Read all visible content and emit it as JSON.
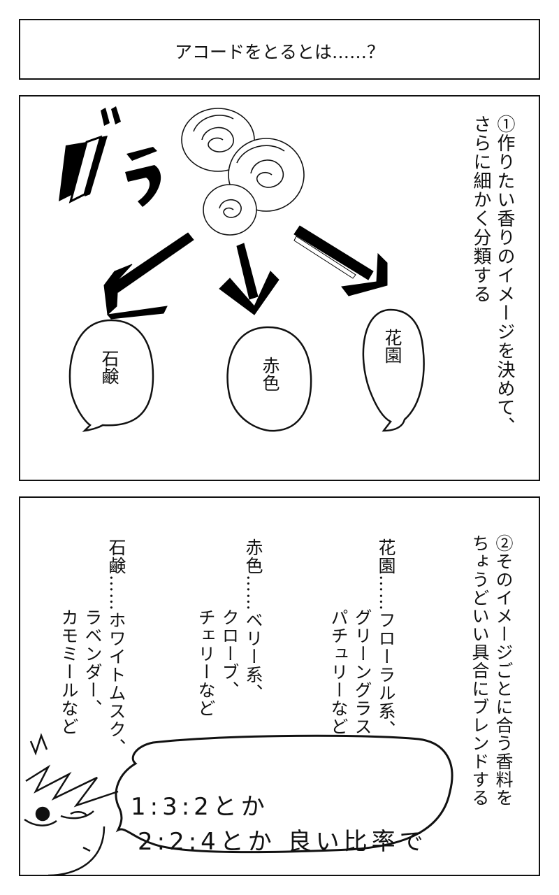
{
  "title": "アコードをとるとは……？",
  "panel1": {
    "sfx": "バラ",
    "caption": [
      "①作りたい香りのイメージを決めて、",
      "さらに細かく分類する"
    ],
    "bubbles": {
      "soap": "石鹸",
      "red": "赤色",
      "garden": "花園"
    },
    "flower_icon": "rose-icon",
    "arrow_icon": "arrow-down-icon"
  },
  "panel2": {
    "caption": [
      "②そのイメージごとに合う香料を",
      "ちょうどいい具合にブレンドする"
    ],
    "garden_lines": [
      "花園……フローラル系、",
      "グリーングラス、",
      "パチュリーなど"
    ],
    "red_lines": [
      "赤色……ベリー系、",
      "クローブ、",
      "チェリーなど"
    ],
    "soap_lines": [
      "石鹸……ホワイトムスク、",
      "ラベンダー、",
      "カモミールなど"
    ],
    "speech": [
      "1:3:2とか",
      "2:2:4とか 良い比率で"
    ],
    "character_icon": "character-face-icon"
  }
}
